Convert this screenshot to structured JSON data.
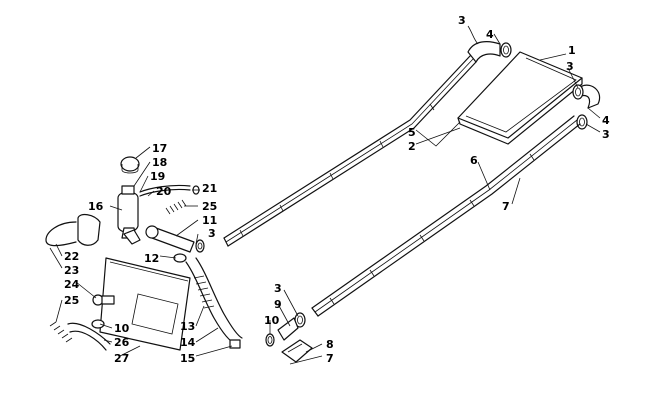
{
  "callouts": [
    {
      "id": "c1",
      "text": "1"
    },
    {
      "id": "c2",
      "text": "2"
    },
    {
      "id": "c3a",
      "text": "3"
    },
    {
      "id": "c3b",
      "text": "3"
    },
    {
      "id": "c3c",
      "text": "3"
    },
    {
      "id": "c3d",
      "text": "3"
    },
    {
      "id": "c3e",
      "text": "3"
    },
    {
      "id": "c4a",
      "text": "4"
    },
    {
      "id": "c4b",
      "text": "4"
    },
    {
      "id": "c5",
      "text": "5"
    },
    {
      "id": "c6",
      "text": "6"
    },
    {
      "id": "c7a",
      "text": "7"
    },
    {
      "id": "c7b",
      "text": "7"
    },
    {
      "id": "c8",
      "text": "8"
    },
    {
      "id": "c9",
      "text": "9"
    },
    {
      "id": "c10a",
      "text": "10"
    },
    {
      "id": "c10b",
      "text": "10"
    },
    {
      "id": "c11",
      "text": "11"
    },
    {
      "id": "c12",
      "text": "12"
    },
    {
      "id": "c13",
      "text": "13"
    },
    {
      "id": "c14",
      "text": "14"
    },
    {
      "id": "c15",
      "text": "15"
    },
    {
      "id": "c16",
      "text": "16"
    },
    {
      "id": "c17",
      "text": "17"
    },
    {
      "id": "c18",
      "text": "18"
    },
    {
      "id": "c19",
      "text": "19"
    },
    {
      "id": "c20",
      "text": "20"
    },
    {
      "id": "c21",
      "text": "21"
    },
    {
      "id": "c22",
      "text": "22"
    },
    {
      "id": "c23",
      "text": "23"
    },
    {
      "id": "c24",
      "text": "24"
    },
    {
      "id": "c25a",
      "text": "25"
    },
    {
      "id": "c25b",
      "text": "25"
    },
    {
      "id": "c26",
      "text": "26"
    },
    {
      "id": "c27",
      "text": "27"
    }
  ]
}
